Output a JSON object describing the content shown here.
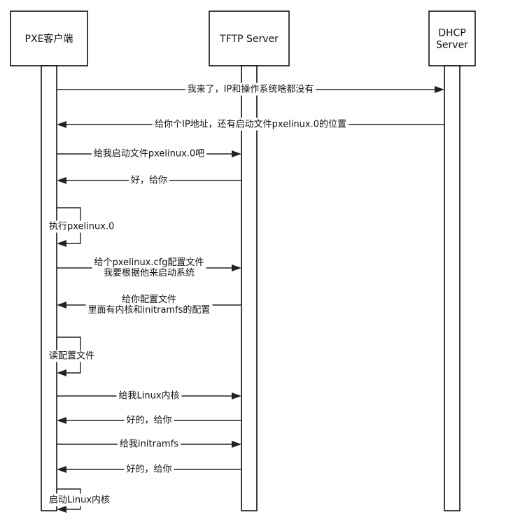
{
  "participants": [
    {
      "id": "pxe",
      "label_lines": [
        "PXE客户端"
      ]
    },
    {
      "id": "tftp",
      "label_lines": [
        "TFTP Server"
      ]
    },
    {
      "id": "dhcp",
      "label_lines": [
        "DHCP",
        "Server"
      ]
    }
  ],
  "messages": [
    {
      "from": "pxe",
      "to": "dhcp",
      "label_lines": [
        "我来了，IP和操作系统啥都没有"
      ]
    },
    {
      "from": "dhcp",
      "to": "pxe",
      "label_lines": [
        "给你个IP地址，还有启动文件pxelinux.0的位置"
      ]
    },
    {
      "from": "pxe",
      "to": "tftp",
      "label_lines": [
        "给我启动文件pxelinux.0吧"
      ]
    },
    {
      "from": "tftp",
      "to": "pxe",
      "label_lines": [
        "好，给你"
      ]
    },
    {
      "from": "pxe",
      "to": "pxe",
      "self": true,
      "label_lines": [
        "执行pxelinux.0"
      ]
    },
    {
      "from": "pxe",
      "to": "tftp",
      "label_lines": [
        "给个pxelinux.cfg配置文件",
        "我要根据他来启动系统"
      ]
    },
    {
      "from": "tftp",
      "to": "pxe",
      "label_lines": [
        "给你配置文件",
        "里面有内核和initramfs的配置"
      ]
    },
    {
      "from": "pxe",
      "to": "pxe",
      "self": true,
      "label_lines": [
        "读配置文件"
      ]
    },
    {
      "from": "pxe",
      "to": "tftp",
      "label_lines": [
        "给我Linux内核"
      ]
    },
    {
      "from": "tftp",
      "to": "pxe",
      "label_lines": [
        "好的，给你"
      ]
    },
    {
      "from": "pxe",
      "to": "tftp",
      "label_lines": [
        "给我initramfs"
      ]
    },
    {
      "from": "tftp",
      "to": "pxe",
      "label_lines": [
        "好的，给你"
      ]
    },
    {
      "from": "pxe",
      "to": "pxe",
      "self": true,
      "label_lines": [
        "启动Linux内核"
      ]
    }
  ]
}
